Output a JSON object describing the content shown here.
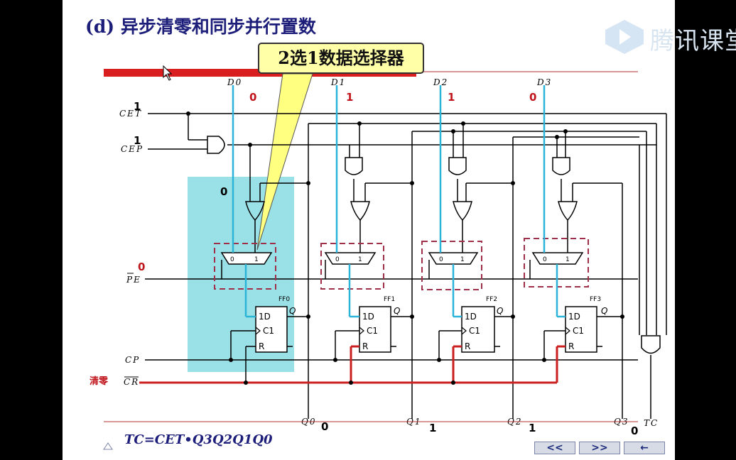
{
  "slide": {
    "title": "(d) 异步清零和同步并行置数",
    "callout": "2选1数据选择器",
    "formula": "TC=CET•Q3Q2Q1Q0"
  },
  "watermark": {
    "text": "腾讯课堂",
    "icon": "tencent-classroom-play-icon"
  },
  "signals": {
    "cet": "CET",
    "cep": "CEP",
    "pe": "PE",
    "cp": "CP",
    "cr": "CR",
    "clear_label": "清零",
    "tc": "TC",
    "d": [
      "D0",
      "D1",
      "D2",
      "D3"
    ],
    "q": [
      "Q0",
      "Q1",
      "Q2",
      "Q3"
    ],
    "ff": [
      "FF0",
      "FF1",
      "FF2",
      "FF3"
    ]
  },
  "pins": {
    "d": "1D",
    "c": "C1",
    "r": "R",
    "q": "Q",
    "mux0": "0",
    "mux1": "1"
  },
  "values": {
    "cet": "1",
    "cep": "1",
    "pe": "0",
    "mux_select": "0",
    "d": [
      "0",
      "1",
      "1",
      "0"
    ],
    "q": [
      "0",
      "1",
      "1",
      "0"
    ]
  },
  "nav": {
    "prev": "<<",
    "next": ">>",
    "return": "←"
  },
  "colors": {
    "slide_bg": "#ffffff",
    "title": "#1d1d7a",
    "wire_blue": "#2bb3d8",
    "wire_red": "#cc1f1f",
    "highlight": "#7fd9e0",
    "dashed_box": "#a0304a",
    "callout_bg": "#ffffa8"
  }
}
